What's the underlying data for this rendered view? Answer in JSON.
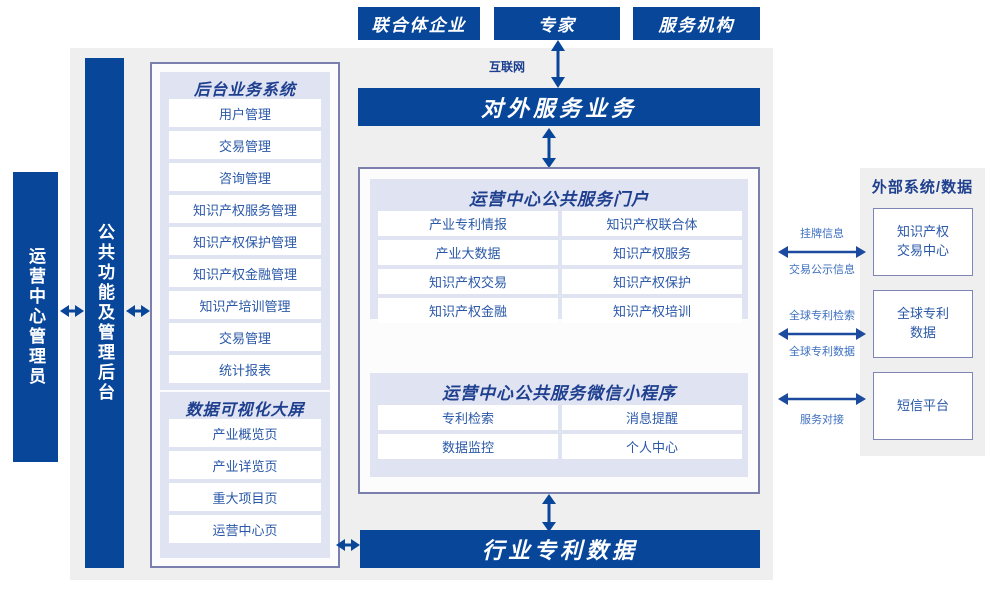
{
  "top_actors": [
    {
      "label": "联合体企业"
    },
    {
      "label": "专家"
    },
    {
      "label": "服务机构"
    }
  ],
  "internet_label": "互联网",
  "external_service_bar": "对外服务业务",
  "left_roles": [
    {
      "label": "运营中心管理员"
    },
    {
      "label": "公共功能及管理后台"
    }
  ],
  "backend_panel": {
    "groups": [
      {
        "title": "后台业务系统",
        "items": [
          {
            "label": "用户管理"
          },
          {
            "label": "交易管理"
          },
          {
            "label": "咨询管理"
          },
          {
            "label": "知识产权服务管理"
          },
          {
            "label": "知识产权保护管理"
          },
          {
            "label": "知识产权金融管理"
          },
          {
            "label": "知识产培训管理"
          },
          {
            "label": "交易管理"
          },
          {
            "label": "统计报表"
          }
        ]
      },
      {
        "title": "数据可视化大屏",
        "items": [
          {
            "label": "产业概览页"
          },
          {
            "label": "产业详览页"
          },
          {
            "label": "重大项目页"
          },
          {
            "label": "运营中心页"
          }
        ]
      }
    ]
  },
  "center_panel": {
    "groups": [
      {
        "title": "运营中心公共服务门户",
        "items": [
          {
            "label": "产业专利情报"
          },
          {
            "label": "知识产权联合体"
          },
          {
            "label": "产业大数据"
          },
          {
            "label": "知识产权服务"
          },
          {
            "label": "知识产权交易"
          },
          {
            "label": "知识产权保护"
          },
          {
            "label": "知识产权金融"
          },
          {
            "label": "知识产权培训"
          }
        ]
      },
      {
        "title": "运营中心公共服务微信小程序",
        "items": [
          {
            "label": "专利检索"
          },
          {
            "label": "消息提醒"
          },
          {
            "label": "数据监控"
          },
          {
            "label": "个人中心"
          }
        ]
      }
    ]
  },
  "bottom_bar": "行业专利数据",
  "external": {
    "title": "外部系统/数据",
    "systems": [
      {
        "label": "知识产权\n交易中心"
      },
      {
        "label": "全球专利\n数据"
      },
      {
        "label": "短信平台"
      }
    ],
    "connectors": [
      {
        "above": "挂牌信息",
        "below": "交易公示信息"
      },
      {
        "above": "全球专利检索",
        "below": "全球专利数据"
      },
      {
        "above": "",
        "below": "服务对接"
      }
    ]
  },
  "colors": {
    "brand_blue": "#08469a",
    "panel_border": "#7b7fad",
    "group_bg": "#dfe3f2",
    "container_gray": "#efefef",
    "cell_text": "#2a58a8"
  }
}
